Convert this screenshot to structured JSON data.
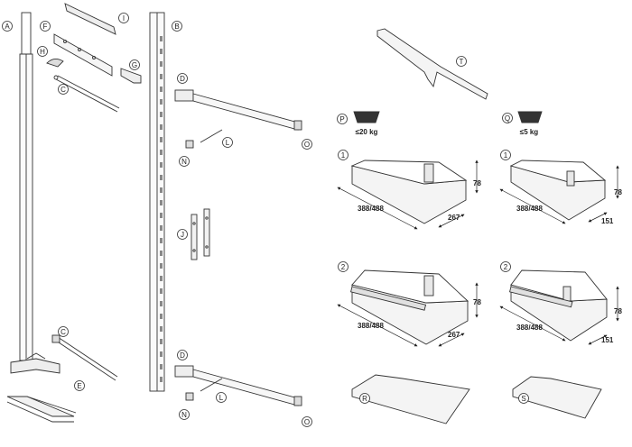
{
  "callouts": {
    "A": "A",
    "B": "B",
    "C_top": "C",
    "C_bottom": "C",
    "D_top": "D",
    "D_bottom": "D",
    "E": "E",
    "F": "F",
    "G": "G",
    "H": "H",
    "I": "I",
    "J": "J",
    "L_top": "L",
    "L_bottom": "L",
    "N_top": "N",
    "N_bottom": "N",
    "O_top": "O",
    "O_bottom": "O",
    "P": "P",
    "Q": "Q",
    "R": "R",
    "S": "S",
    "T": "T"
  },
  "weights": {
    "large": "≤20 kg",
    "small": "≤5 kg"
  },
  "basket_numbers": {
    "large_1": "1",
    "large_2": "2",
    "small_1": "1",
    "small_2": "2"
  },
  "dimensions": {
    "large_width": "388/488",
    "large_depth": "267",
    "large_height": "78",
    "small_width": "388/488",
    "small_depth": "151",
    "small_height": "78"
  }
}
